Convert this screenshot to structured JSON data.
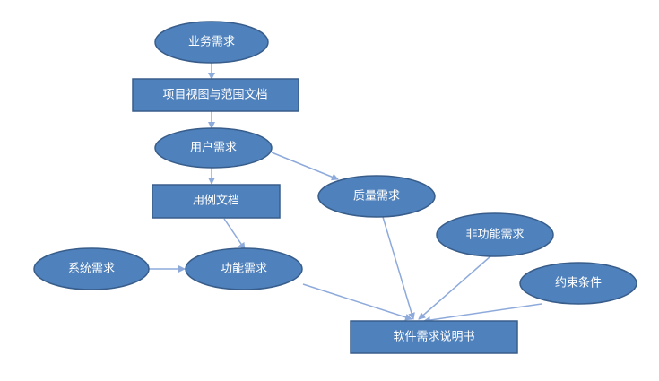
{
  "diagram": {
    "nodes": {
      "business_req": "业务需求",
      "project_vision": "项目视图与范围文档",
      "user_req": "用户需求",
      "use_case_doc": "用例文档",
      "quality_req": "质量需求",
      "non_functional_req": "非功能需求",
      "system_req": "系统需求",
      "functional_req": "功能需求",
      "constraints": "约束条件",
      "srs": "软件需求说明书"
    }
  },
  "colors": {
    "node_fill": "#4f81bd",
    "node_stroke": "#385d8a",
    "arrow": "#8eaadb",
    "text": "#ffffff"
  }
}
